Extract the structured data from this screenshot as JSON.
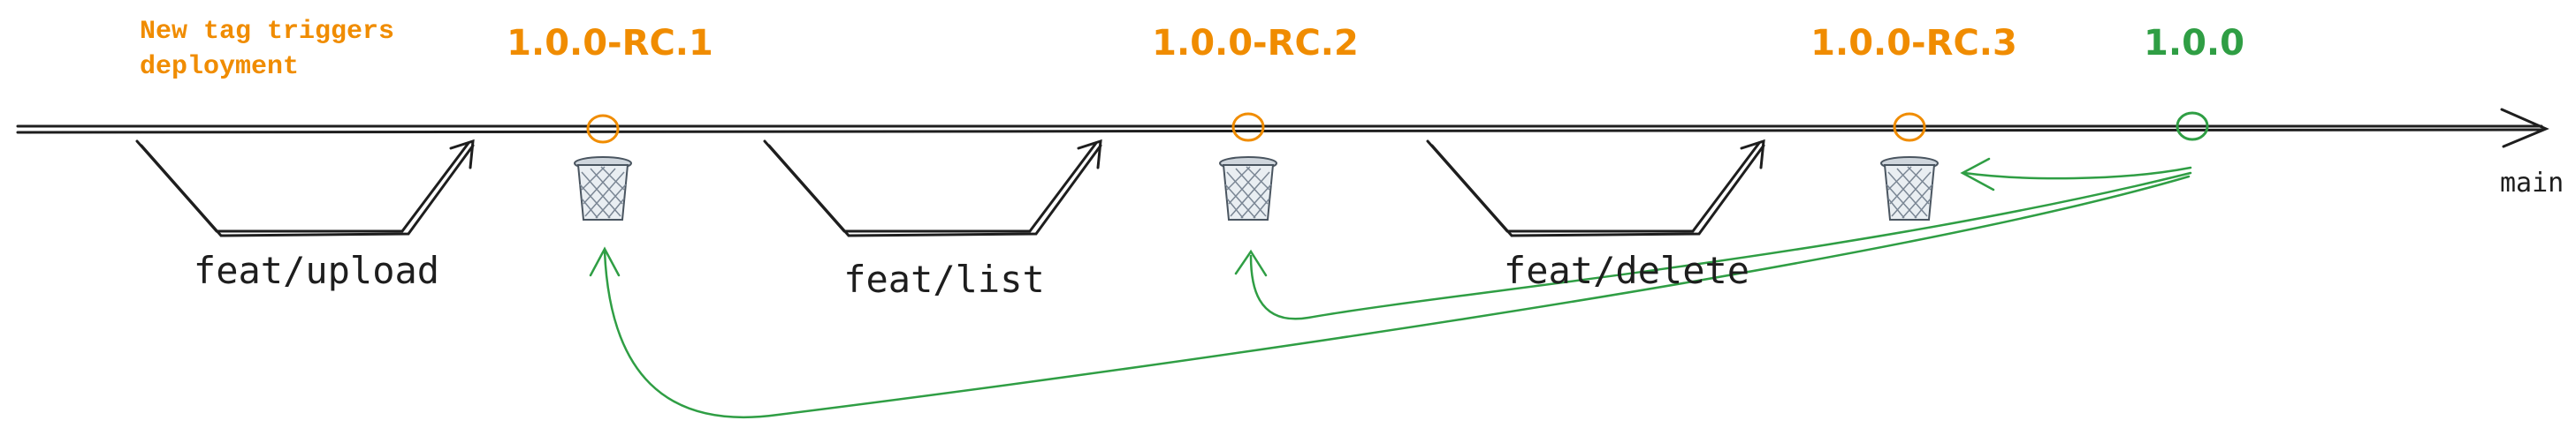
{
  "note": "New tag triggers\ndeployment",
  "main_label": "main",
  "tags": [
    {
      "label": "1.0.0-RC.1",
      "kind": "rc"
    },
    {
      "label": "1.0.0-RC.2",
      "kind": "rc"
    },
    {
      "label": "1.0.0-RC.3",
      "kind": "rc"
    },
    {
      "label": "1.0.0",
      "kind": "final"
    }
  ],
  "branches": [
    "feat/upload",
    "feat/list",
    "feat/delete"
  ],
  "colors": {
    "rc": "#f08c00",
    "final": "#2f9e44",
    "line": "#1e1e1e",
    "trash": "#7a8694"
  },
  "icons": [
    "trash-icon",
    "tag-marker-icon",
    "arrow-icon"
  ]
}
